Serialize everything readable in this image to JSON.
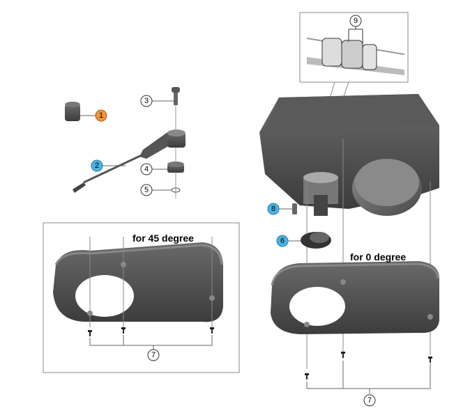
{
  "labels": {
    "deg45": "for 45 degree",
    "deg0": "for 0 degree"
  },
  "callouts": {
    "c1": "1",
    "c2": "2",
    "c3": "3",
    "c4": "4",
    "c5": "5",
    "c6": "6",
    "c7a": "7",
    "c7b": "7",
    "c8": "8",
    "c9": "9"
  },
  "colors": {
    "orange": "#f0913a",
    "blue": "#4ab3e6",
    "part": "#555555",
    "part_dark": "#3a3a3a"
  }
}
